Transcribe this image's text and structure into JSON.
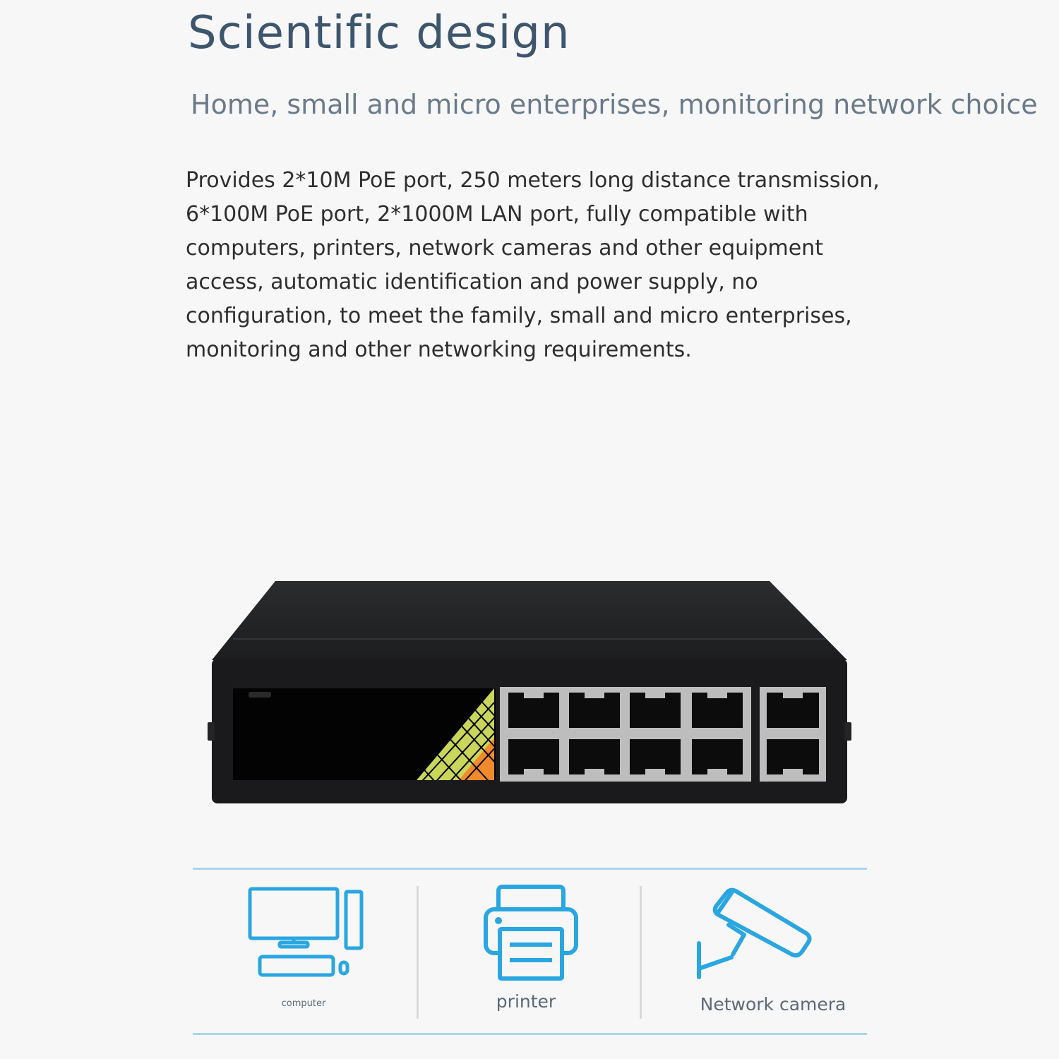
{
  "title": "Scientific design",
  "subtitle": "Home, small and micro enterprises, monitoring network choice",
  "description_lines": [
    "Provides 2*10M PoE port, 250 meters long distance transmission,",
    "6*100M PoE port, 2*1000M LAN port, fully compatible with",
    "computers, printers, network cameras and other equipment",
    "access, automatic identification and power supply, no",
    "configuration, to meet the family, small and micro enterprises,",
    "monitoring and other networking requirements."
  ],
  "devices": [
    {
      "label": "computer",
      "icon": "computer-icon"
    },
    {
      "label": "printer",
      "icon": "printer-icon"
    },
    {
      "label": "Network camera",
      "icon": "network-camera-icon"
    }
  ],
  "colors": {
    "title": "#3d566e",
    "icon": "#2aa6e0",
    "rule": "#a8d6ea"
  }
}
